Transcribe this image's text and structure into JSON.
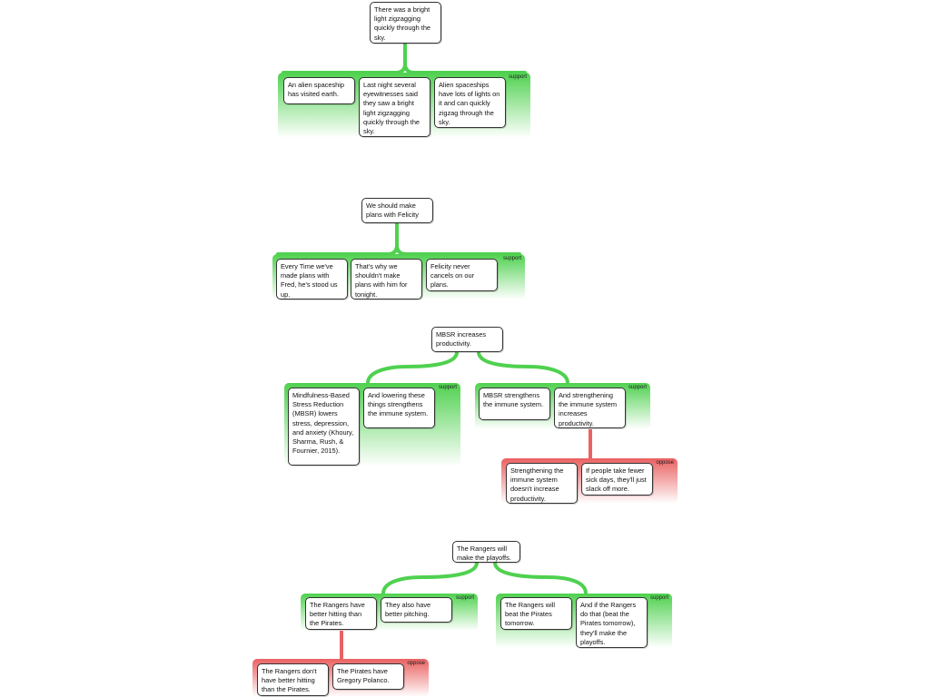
{
  "maps": [
    {
      "claim": "There was a bright light zigzagging quickly through the sky.",
      "groups": [
        {
          "type": "support",
          "label": "support",
          "reasons": [
            "An alien spaceship has visited earth.",
            "Last night several eyewitnesses said they saw a bright light zigzagging quickly through the sky.",
            "Alien spaceships have lots of lights on it and can quickly zigzag through the sky."
          ]
        }
      ]
    },
    {
      "claim": "We should make plans with Felicity",
      "groups": [
        {
          "type": "support",
          "label": "support",
          "reasons": [
            "Every Time we've made plans with Fred, he's stood us up.",
            "That's why we shouldn't make plans with him for tonight.",
            "Felicity never cancels on our plans."
          ]
        }
      ]
    },
    {
      "claim": "MBSR increases productivity.",
      "groups": [
        {
          "type": "support",
          "label": "support",
          "reasons": [
            "Mindfulness-Based Stress Reduction (MBSR) lowers stress, depression, and anxiety (Khoury, Sharma, Rush, & Fournier, 2015).",
            "And lowering these things strengthens the immune system."
          ]
        },
        {
          "type": "support",
          "label": "support",
          "reasons": [
            "MBSR strengthens the immune system.",
            "And strengthening the immune system increases productivity."
          ]
        },
        {
          "type": "oppose",
          "label": "oppose",
          "reasons": [
            "Strengthening the immune system doesn't increase productivity.",
            "If people take fewer sick days, they'll just slack off more."
          ]
        }
      ]
    },
    {
      "claim": "The Rangers will make the playoffs.",
      "groups": [
        {
          "type": "support",
          "label": "support",
          "reasons": [
            "The Rangers have better hitting than the Pirates.",
            "They also have better pitching."
          ]
        },
        {
          "type": "support",
          "label": "support",
          "reasons": [
            "The Rangers will beat the Pirates tomorrow.",
            "And if the Rangers do that (beat the Pirates tomorrow), they'll make the playoffs."
          ]
        },
        {
          "type": "oppose",
          "label": "oppose",
          "reasons": [
            "The Rangers don't have better hitting than the Pirates.",
            "The Pirates have Gregory Polanco."
          ]
        }
      ]
    }
  ]
}
